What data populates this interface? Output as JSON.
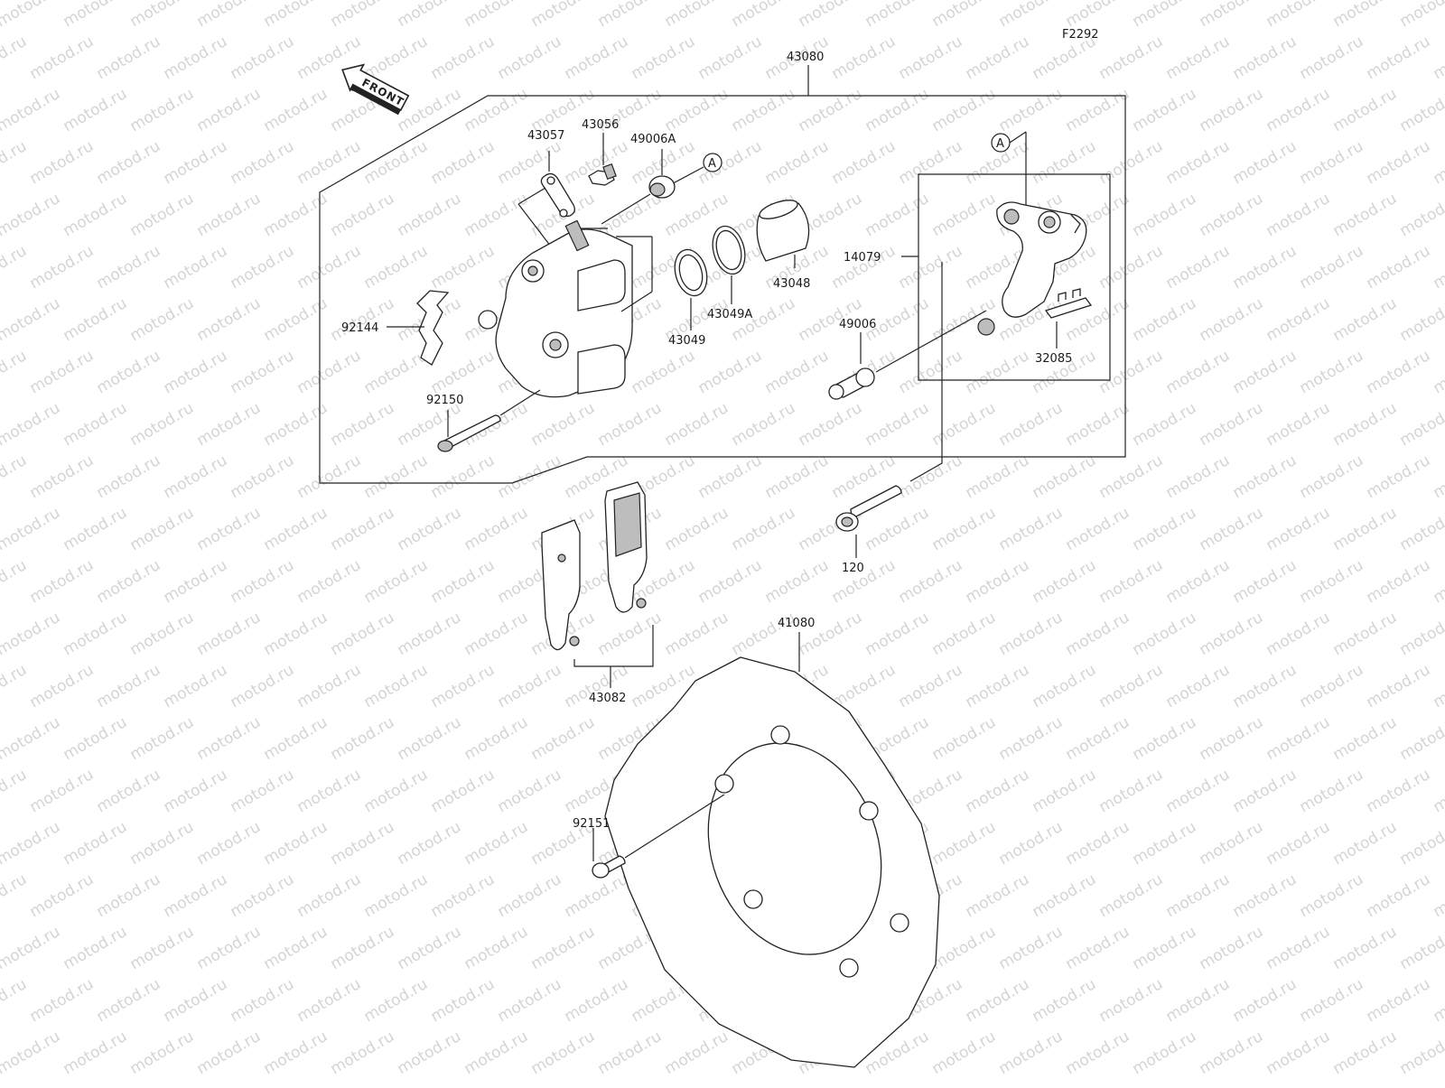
{
  "diagram": {
    "code": "F2292",
    "direction_label": "FRONT",
    "ref_marker": "A",
    "watermark": "motod.ru",
    "labels": {
      "p43080": "43080",
      "p43057": "43057",
      "p43056": "43056",
      "p49006A": "49006A",
      "p14079": "14079",
      "p43048": "43048",
      "p43049A": "43049A",
      "p43049": "43049",
      "p92144": "92144",
      "p49006": "49006",
      "p32085": "32085",
      "p92150": "92150",
      "p120": "120",
      "p41080": "41080",
      "p43082": "43082",
      "p92151": "92151"
    }
  }
}
